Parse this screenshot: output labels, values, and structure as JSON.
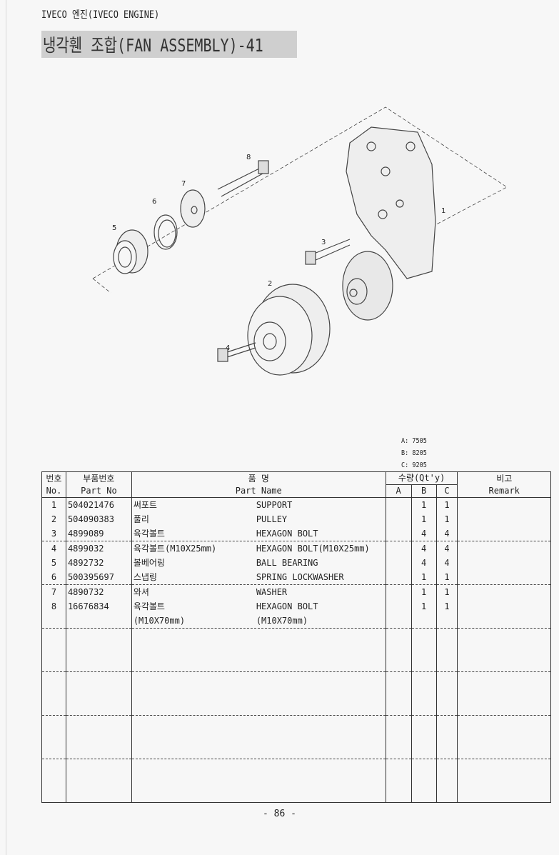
{
  "header": {
    "subtitle": "IVECO 엔진(IVECO ENGINE)",
    "title": "냉각휀 조합(FAN ASSEMBLY)-41"
  },
  "diagram": {
    "callouts": [
      "1",
      "2",
      "3",
      "4",
      "5",
      "6",
      "7",
      "8"
    ]
  },
  "legend": [
    "A: 7505",
    "B: 8205",
    "C: 9205"
  ],
  "table": {
    "headers": {
      "no_kr": "번호",
      "no_en": "No.",
      "partno_kr": "부품번호",
      "partno_en": "Part No",
      "name_kr": "품 명",
      "name_en": "Part Name",
      "qty": "수량(Qt'y)",
      "a": "A",
      "b": "B",
      "c": "C",
      "remark_kr": "비고",
      "remark_en": "Remark"
    },
    "rows": [
      {
        "no": "1",
        "part_no": "504021476",
        "name_kr": "써포트",
        "name_en": "SUPPORT",
        "a": "",
        "b": "1",
        "c": "1"
      },
      {
        "no": "2",
        "part_no": "504090383",
        "name_kr": "풀리",
        "name_en": "PULLEY",
        "a": "",
        "b": "1",
        "c": "1"
      },
      {
        "no": "3",
        "part_no": "4899089",
        "name_kr": "육각볼트",
        "name_en": "HEXAGON BOLT",
        "a": "",
        "b": "4",
        "c": "4"
      },
      {
        "no": "4",
        "part_no": "4899032",
        "name_kr": "육각볼트(M10X25mm)",
        "name_en": "HEXAGON BOLT(M10X25mm)",
        "a": "",
        "b": "4",
        "c": "4"
      },
      {
        "no": "5",
        "part_no": "4892732",
        "name_kr": "볼베어링",
        "name_en": "BALL BEARING",
        "a": "",
        "b": "4",
        "c": "4"
      },
      {
        "no": "6",
        "part_no": "500395697",
        "name_kr": "스냅링",
        "name_en": "SPRING LOCKWASHER",
        "a": "",
        "b": "1",
        "c": "1"
      },
      {
        "no": "7",
        "part_no": "4890732",
        "name_kr": "와셔",
        "name_en": "WASHER",
        "a": "",
        "b": "1",
        "c": "1"
      },
      {
        "no": "8",
        "part_no": "16676834",
        "name_kr": "육각볼트",
        "name_en": "HEXAGON BOLT",
        "a": "",
        "b": "1",
        "c": "1"
      },
      {
        "no": "",
        "part_no": "",
        "name_kr": "(M10X70mm)",
        "name_en": "(M10X70mm)",
        "a": "",
        "b": "",
        "c": ""
      }
    ],
    "empty_rows": 12
  },
  "footer": {
    "page": "- 86 -"
  }
}
